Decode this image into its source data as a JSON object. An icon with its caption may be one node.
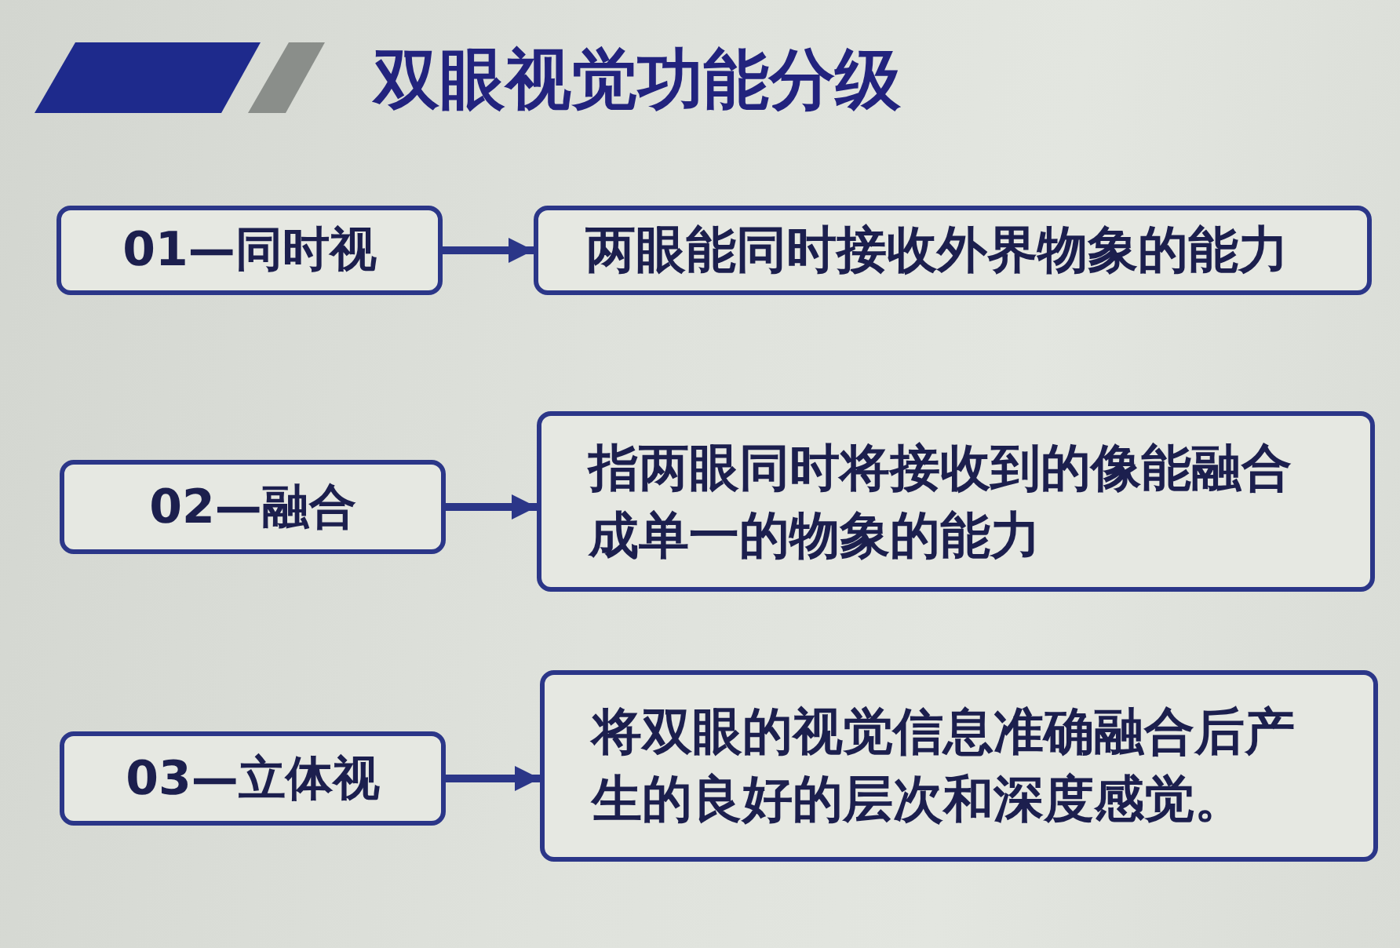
{
  "diagram": {
    "title": "双眼视觉功能分级",
    "nodes": [
      {
        "text": [
          "01—同时视"
        ]
      },
      {
        "text": [
          "两眼能同时接收外界物象的能力"
        ]
      },
      {
        "text": [
          "02—融合"
        ]
      },
      {
        "text": [
          "指两眼同时将接收到的像能融合成单一的物象的能力"
        ]
      },
      {
        "text": [
          "03—立体视"
        ]
      },
      {
        "text": [
          "将双眼的视觉信息准确融合后产生的良好的层次和深度感觉。"
        ]
      }
    ],
    "edges": [
      {
        "from": 0,
        "to": 1,
        "arrow": "to"
      },
      {
        "from": 2,
        "to": 3,
        "arrow": "to"
      },
      {
        "from": 4,
        "to": 5,
        "arrow": "to"
      }
    ]
  }
}
